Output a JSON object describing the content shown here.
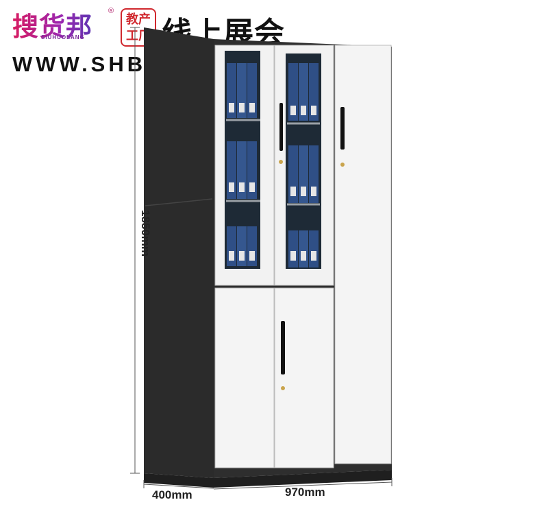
{
  "brand": {
    "logo_text": "搜货邦",
    "registered_mark": "®",
    "logo_subtext": "SIUHUOLANG",
    "badge_line1": "教产",
    "badge_line2": "工厂",
    "headline": "线上展会",
    "website": "WWW.SHBGYL.COM"
  },
  "dimensions": {
    "height": "1850mm",
    "depth": "400mm",
    "width": "970mm"
  },
  "colors": {
    "logo_pink": "#d81b60",
    "logo_purple": "#6a2c91",
    "badge_red": "#d0282e",
    "cabinet_dark": "#2b2b2b",
    "cabinet_door": "#f4f4f4",
    "binder_blue": "#2f4f86"
  }
}
